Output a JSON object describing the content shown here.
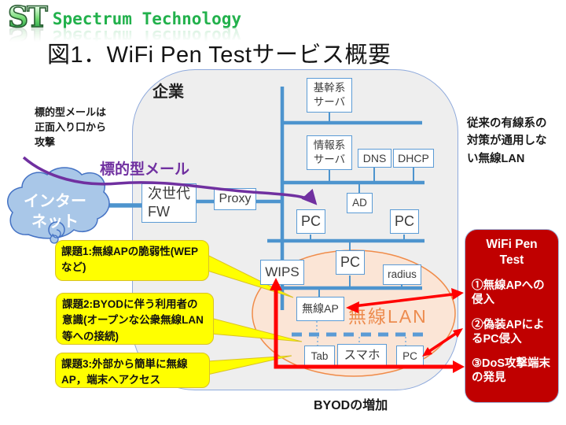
{
  "logo": {
    "initials": "ST",
    "name": "Spectrum Technology"
  },
  "title": "図1．WiFi Pen Testサービス概要",
  "enterprise": {
    "label": "企業"
  },
  "notes": {
    "left_note": "標的型メールは正面入り口から攻撃",
    "targeted_mail_label": "標的型メール",
    "right_note": "従来の有線系の対策が通用しない無線LAN",
    "byod_note": "BYODの増加"
  },
  "nodes": {
    "internet": "インターネット",
    "core_server": "基幹系サーバ",
    "info_server": "情報系サーバ",
    "dns": "DNS",
    "dhcp": "DHCP",
    "ad": "AD",
    "pc_top": "PC",
    "pc_right": "PC",
    "pc_mid": "PC",
    "radius": "radius",
    "wips": "WIPS",
    "next_gen_fw": "次世代FW",
    "proxy": "Proxy",
    "wireless_ap": "無線AP",
    "tablet": "Tab",
    "smartphone": "スマホ",
    "pc_byod": "PC"
  },
  "wireless_zone": {
    "label": "無線LAN"
  },
  "issues": [
    {
      "label": "課題1:無線APの脆弱性(WEPなど)"
    },
    {
      "label": "課題2:BYODに伴う利用者の意識(オープンな公衆無線LAN等への接続)"
    },
    {
      "label": "課題3:外部から簡単に無線AP，端末へアクセス"
    }
  ],
  "pen_test": {
    "title": "WiFi Pen Test",
    "items": [
      "①無線APへの侵入",
      "②偽装APによるPC侵入",
      "③DoS攻撃端末の発見"
    ]
  },
  "colors": {
    "accent_blue": "#5B9BD5",
    "line_blue": "#4D94CE",
    "arrow_red": "#FF0000",
    "panel_red": "#C00000",
    "issue_yellow": "#FFFF00",
    "purple": "#7030A0",
    "orange": "#ED7D31",
    "cloud_blue": "#A9C7E8",
    "logo_green": "#22B14C"
  }
}
